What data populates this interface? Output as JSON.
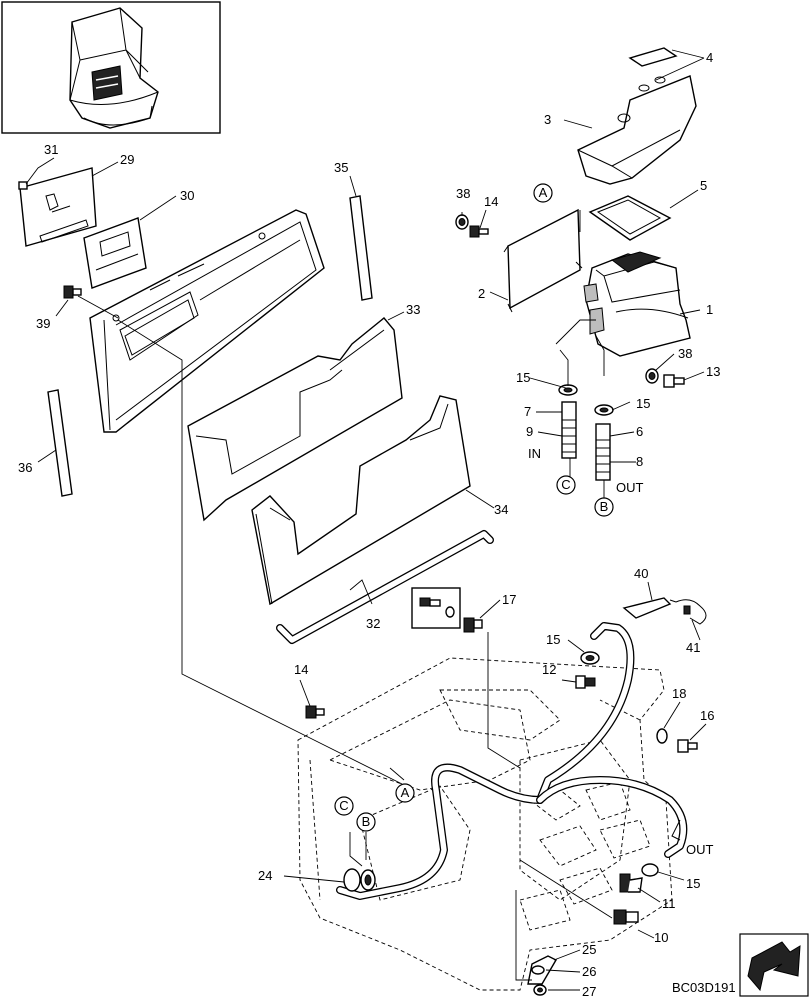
{
  "drawing_code": "BC03D191",
  "callouts": {
    "c1": "1",
    "c2": "2",
    "c3": "3",
    "c4": "4",
    "c5": "5",
    "c6": "6",
    "c7": "7",
    "c8": "8",
    "c9": "9",
    "c10": "10",
    "c11": "11",
    "c12": "12",
    "c13": "13",
    "c14a": "14",
    "c14b": "14",
    "c15a": "15",
    "c15b": "15",
    "c15c": "15",
    "c15d": "15",
    "c16": "16",
    "c17": "17",
    "c18": "18",
    "c24": "24",
    "c25": "25",
    "c26": "26",
    "c27": "27",
    "c29": "29",
    "c30": "30",
    "c31": "31",
    "c32": "32",
    "c33": "33",
    "c34": "34",
    "c35": "35",
    "c36": "36",
    "c38a": "38",
    "c38b": "38",
    "c39": "39",
    "c40": "40",
    "c41": "41"
  },
  "refs": {
    "a_top": "A",
    "a_bottom": "A",
    "b_top": "B",
    "b_bottom": "B",
    "c_top": "C",
    "c_bottom": "C"
  },
  "text_labels": {
    "in_label": "IN",
    "out_top": "OUT",
    "out_bottom": "OUT"
  }
}
